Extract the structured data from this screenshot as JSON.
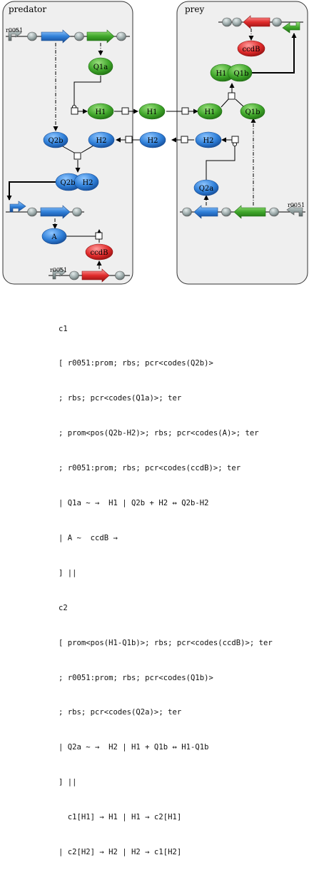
{
  "compartments": {
    "predator": "predator",
    "prey": "prey"
  },
  "species": {
    "r0051_pred_top": "r0051",
    "r0051_pred_bottom": "r0051",
    "r0051_prey": "r0051",
    "q1a": "Q1a",
    "h1_pred": "H1",
    "h1_mid": "H1",
    "h1_prey": "H1",
    "q1b": "Q1b",
    "h1q1b_h1": "H1",
    "h1q1b_q1b": "Q1b",
    "q2b": "Q2b",
    "h2_pred": "H2",
    "h2_mid": "H2",
    "h2_prey": "H2",
    "q2bh2_q2b": "Q2b",
    "q2bh2_h2": "H2",
    "a": "A",
    "ccdb_pred": "ccdB",
    "ccdb_prey": "ccdB",
    "q2a": "Q2a"
  },
  "colors": {
    "green": "#3fa62a",
    "blue": "#2f7fd8",
    "red": "#e02b2b",
    "grey": "#9aa8a8",
    "compartment": "#efefef"
  },
  "code_lines": [
    "c1",
    "[ r0051:prom; rbs; pcr<codes(Q2b)>",
    "; rbs; pcr<codes(Q1a)>; ter",
    "; prom<pos(Q2b-H2)>; rbs; pcr<codes(A)>; ter",
    "; r0051:prom; rbs; pcr<codes(ccdB)>; ter",
    "| Q1a ~ →  H1 | Q2b + H2 ↔ Q2b-H2",
    "| A ~  ccdB →",
    "] ||",
    "c2",
    "[ prom<pos(H1-Q1b)>; rbs; pcr<codes(ccdB)>; ter",
    "; r0051:prom; rbs; pcr<codes(Q1b)>",
    "; rbs; pcr<codes(Q2a)>; ter",
    "| Q2a ~ →  H2 | H1 + Q1b ↔ H1-Q1b",
    "] ||",
    "  c1[H1] → H1 | H1 → c2[H1]",
    "| c2[H2] → H2 | H2 → c1[H2]"
  ]
}
